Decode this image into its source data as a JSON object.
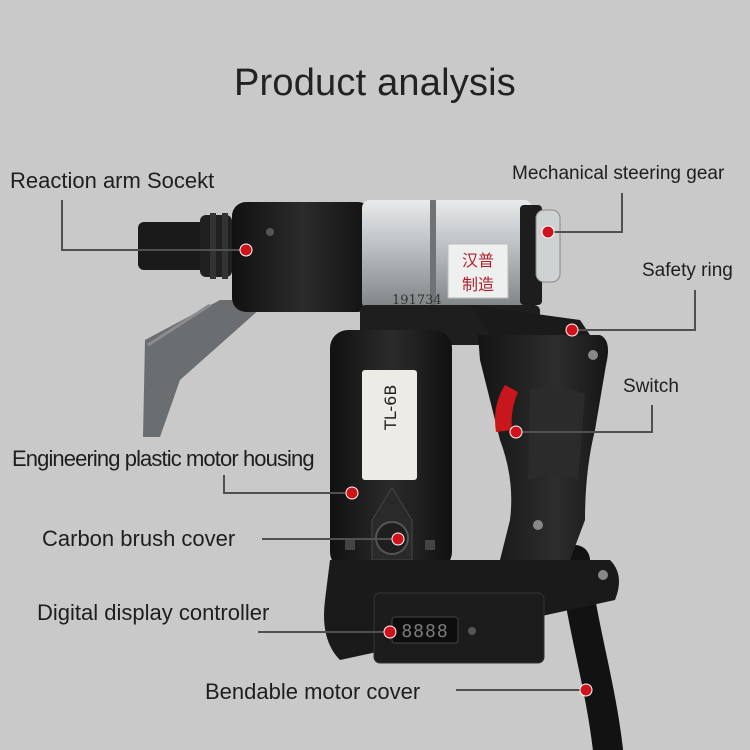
{
  "title": "Product analysis",
  "labels": {
    "reaction_arm": "Reaction arm Socekt",
    "steering_gear": "Mechanical steering gear",
    "safety_ring": "Safety ring",
    "switch": "Switch",
    "motor_housing": "Engineering plastic motor housing",
    "brush_cover": "Carbon brush cover",
    "display_controller": "Digital display controller",
    "motor_cover": "Bendable motor cover"
  },
  "tool": {
    "serial": "191734",
    "logo_text": "汉普制造",
    "display_readout": "8888",
    "model_plate": "TL-6B"
  },
  "colors": {
    "background": "#c9c9c9",
    "marker": "#d0121c",
    "trigger": "#c8161d",
    "body": "#1b1b1b",
    "steel": "#b9bdc0"
  }
}
